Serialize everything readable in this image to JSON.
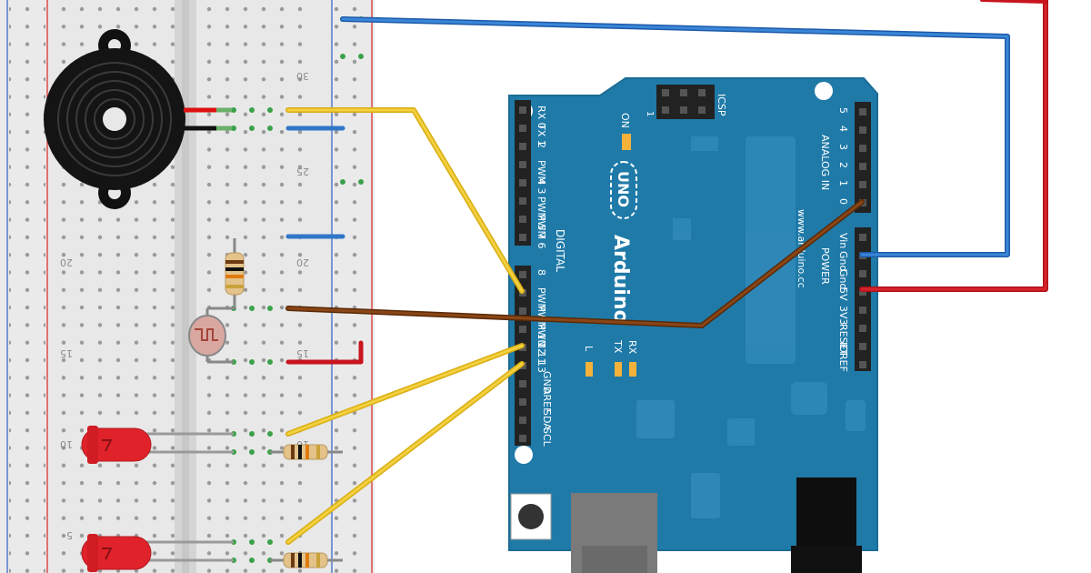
{
  "breadboard": {
    "row_numbers": [
      "30",
      "25",
      "20",
      "15",
      "10",
      "5"
    ]
  },
  "arduino": {
    "brand": "Arduino",
    "model": "UNO",
    "website": "www.arduino.cc",
    "on_label": "ON",
    "icsp_label": "ICSP",
    "icsp_pin1_label": "1",
    "analog_in_label": "ANALOG IN",
    "power_label": "POWER",
    "digital_label": "DIGITAL",
    "aref_label": "AREF",
    "gnd_label": "GND",
    "sda_label": "SDA",
    "scl_label": "SCL",
    "led_l_label": "L",
    "led_tx_label": "TX",
    "led_rx_label": "RX",
    "digital_pins": [
      "RX 0",
      "TX 1",
      "2",
      "PWM 3",
      "4",
      "PWM 5",
      "PWM 6",
      "7",
      "8",
      "PWM 9",
      "PWM 10",
      "PWM 11",
      "12",
      "13"
    ],
    "analog_pins": [
      "5",
      "4",
      "3",
      "2",
      "1",
      "0"
    ],
    "power_pins": [
      "Vin",
      "Gnd",
      "Gnd",
      "5V",
      "3V3",
      "RESET",
      "IOREF"
    ]
  },
  "colors": {
    "board": "#1f7aa8",
    "breadboard": "#e8e8e8",
    "wire_yellow": "#f2c81b",
    "wire_blue": "#2f76c8",
    "wire_red": "#c8141e",
    "wire_brown": "#7a3a10",
    "led_red": "#e0232a"
  },
  "components": {
    "buzzer": "buzzer-icon",
    "photoresistor": "photoresistor-icon",
    "resistor": "resistor-icon",
    "led": "led-icon"
  }
}
